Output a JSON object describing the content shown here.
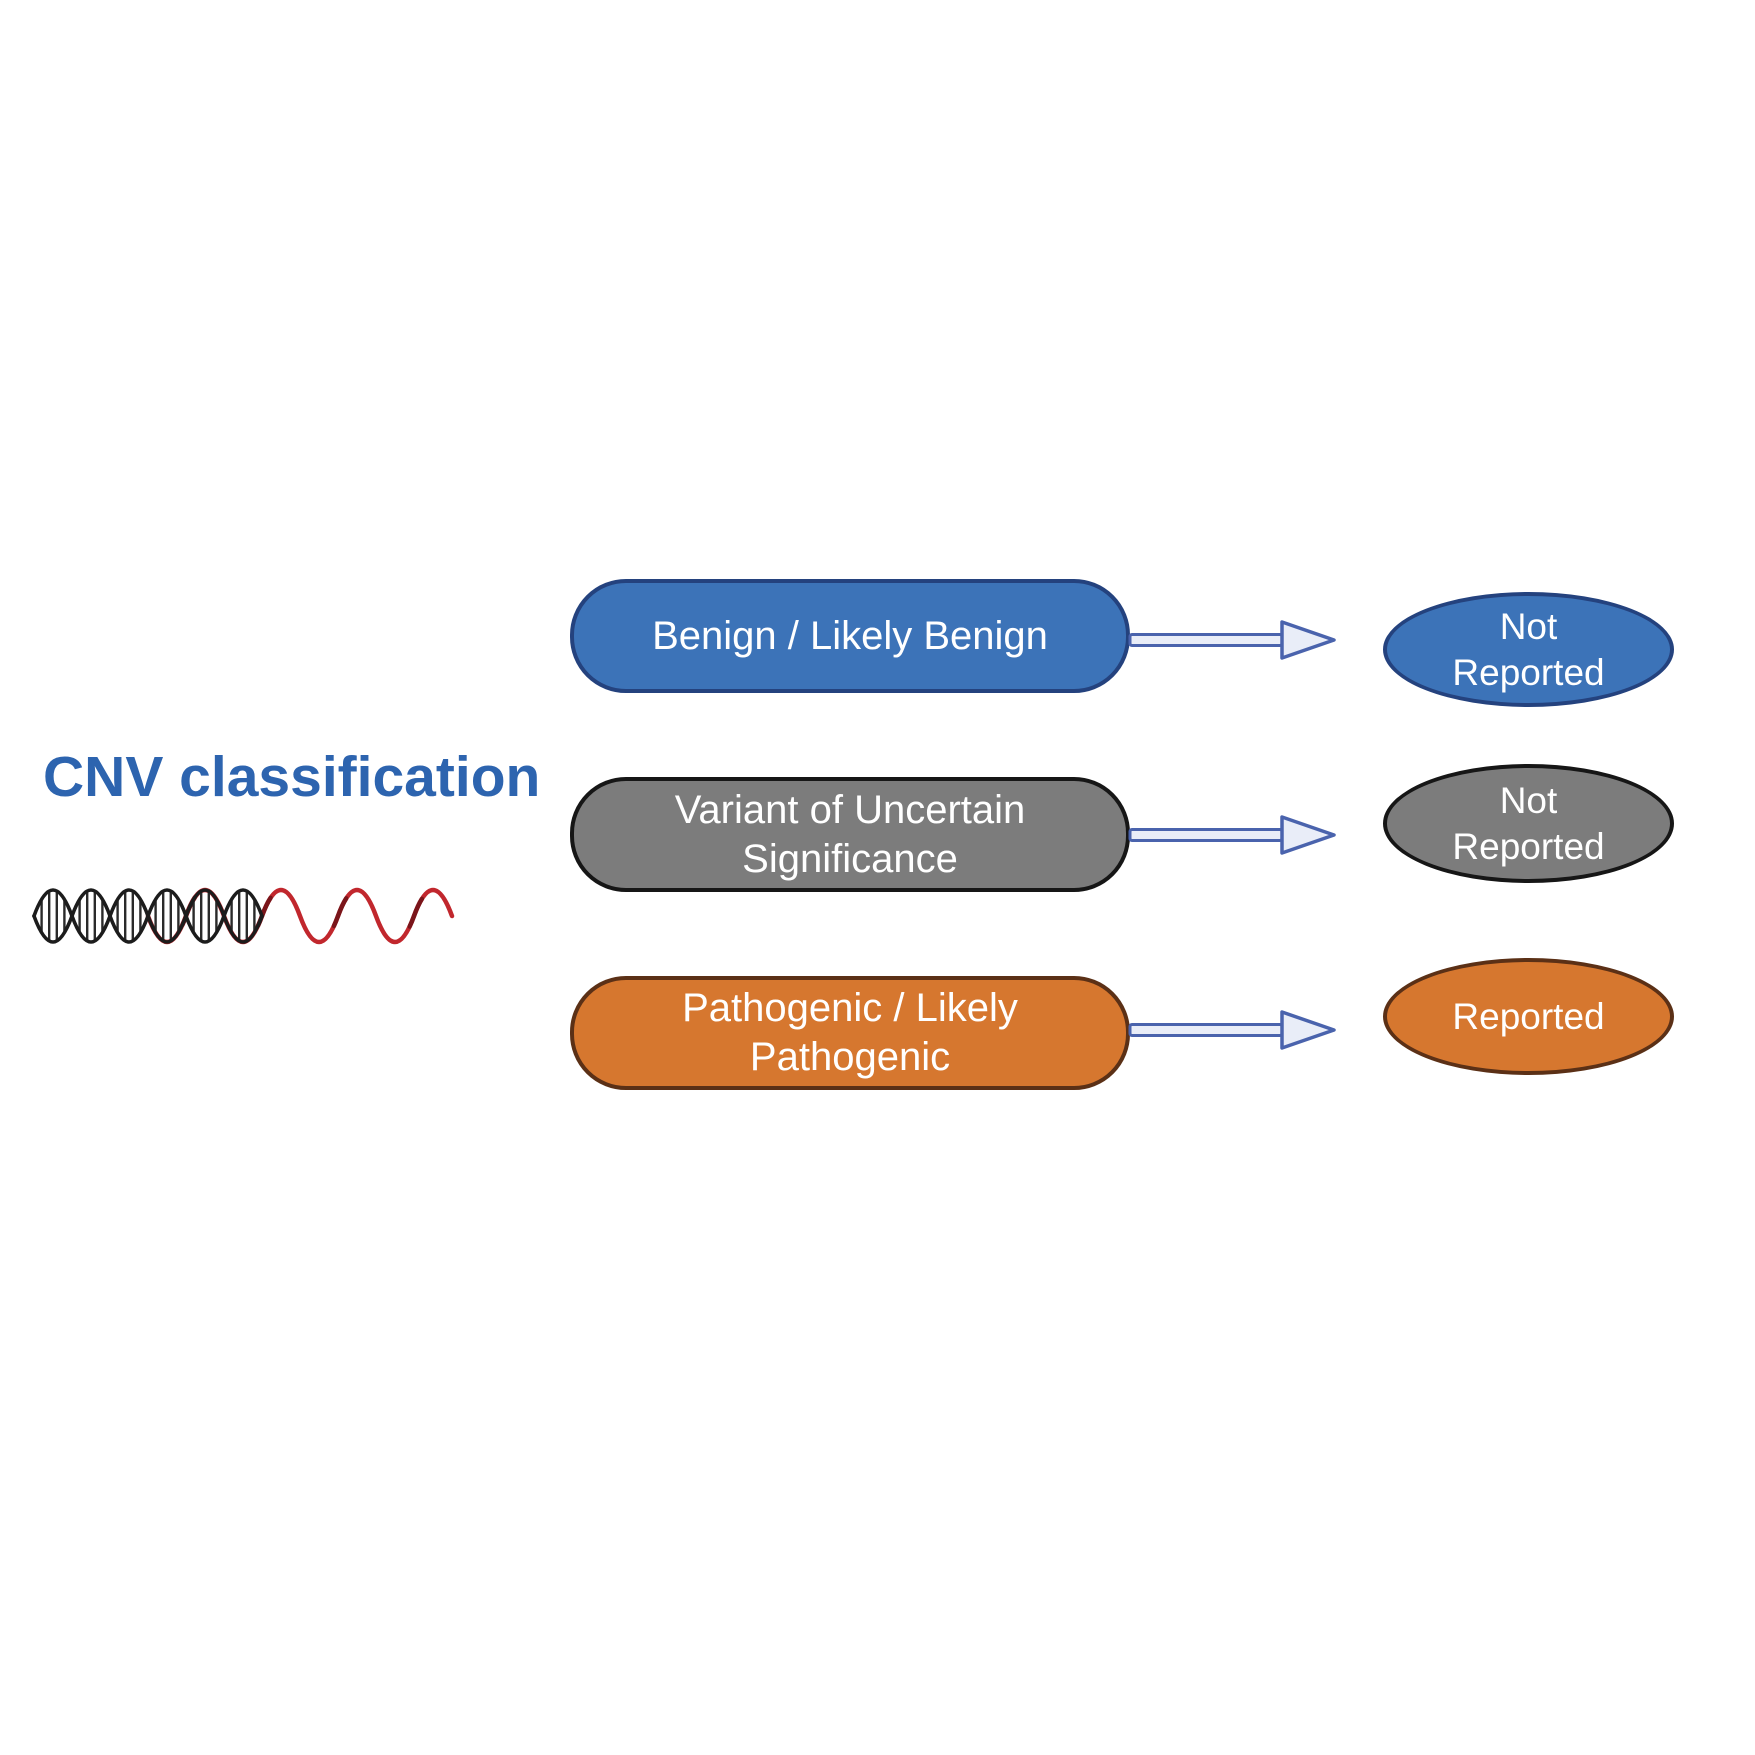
{
  "figure_title": {
    "text": "CNV classification",
    "color": "#2d64af"
  },
  "rows": [
    {
      "id": "benign",
      "classification": "Benign / Likely Benign",
      "outcome": "Not Reported",
      "fill": "#3c73b8",
      "border": "#24427e"
    },
    {
      "id": "vus",
      "classification": "Variant of Uncertain Significance",
      "outcome": "Not Reported",
      "fill": "#7c7c7c",
      "border": "#161616"
    },
    {
      "id": "pathogenic",
      "classification": "Pathogenic / Likely Pathogenic",
      "outcome": "Reported",
      "fill": "#d6772f",
      "border": "#5b3016"
    }
  ],
  "text_color": "#ffffff",
  "arrow": {
    "stroke": "#4a63ad",
    "fill": "#e9edf8"
  },
  "dna_icon": {
    "strand_dark": "#1c1c1c",
    "strand_red": "#c1272d",
    "strand_red_shade": "#7a151a",
    "rung": "#2a2a2a"
  }
}
